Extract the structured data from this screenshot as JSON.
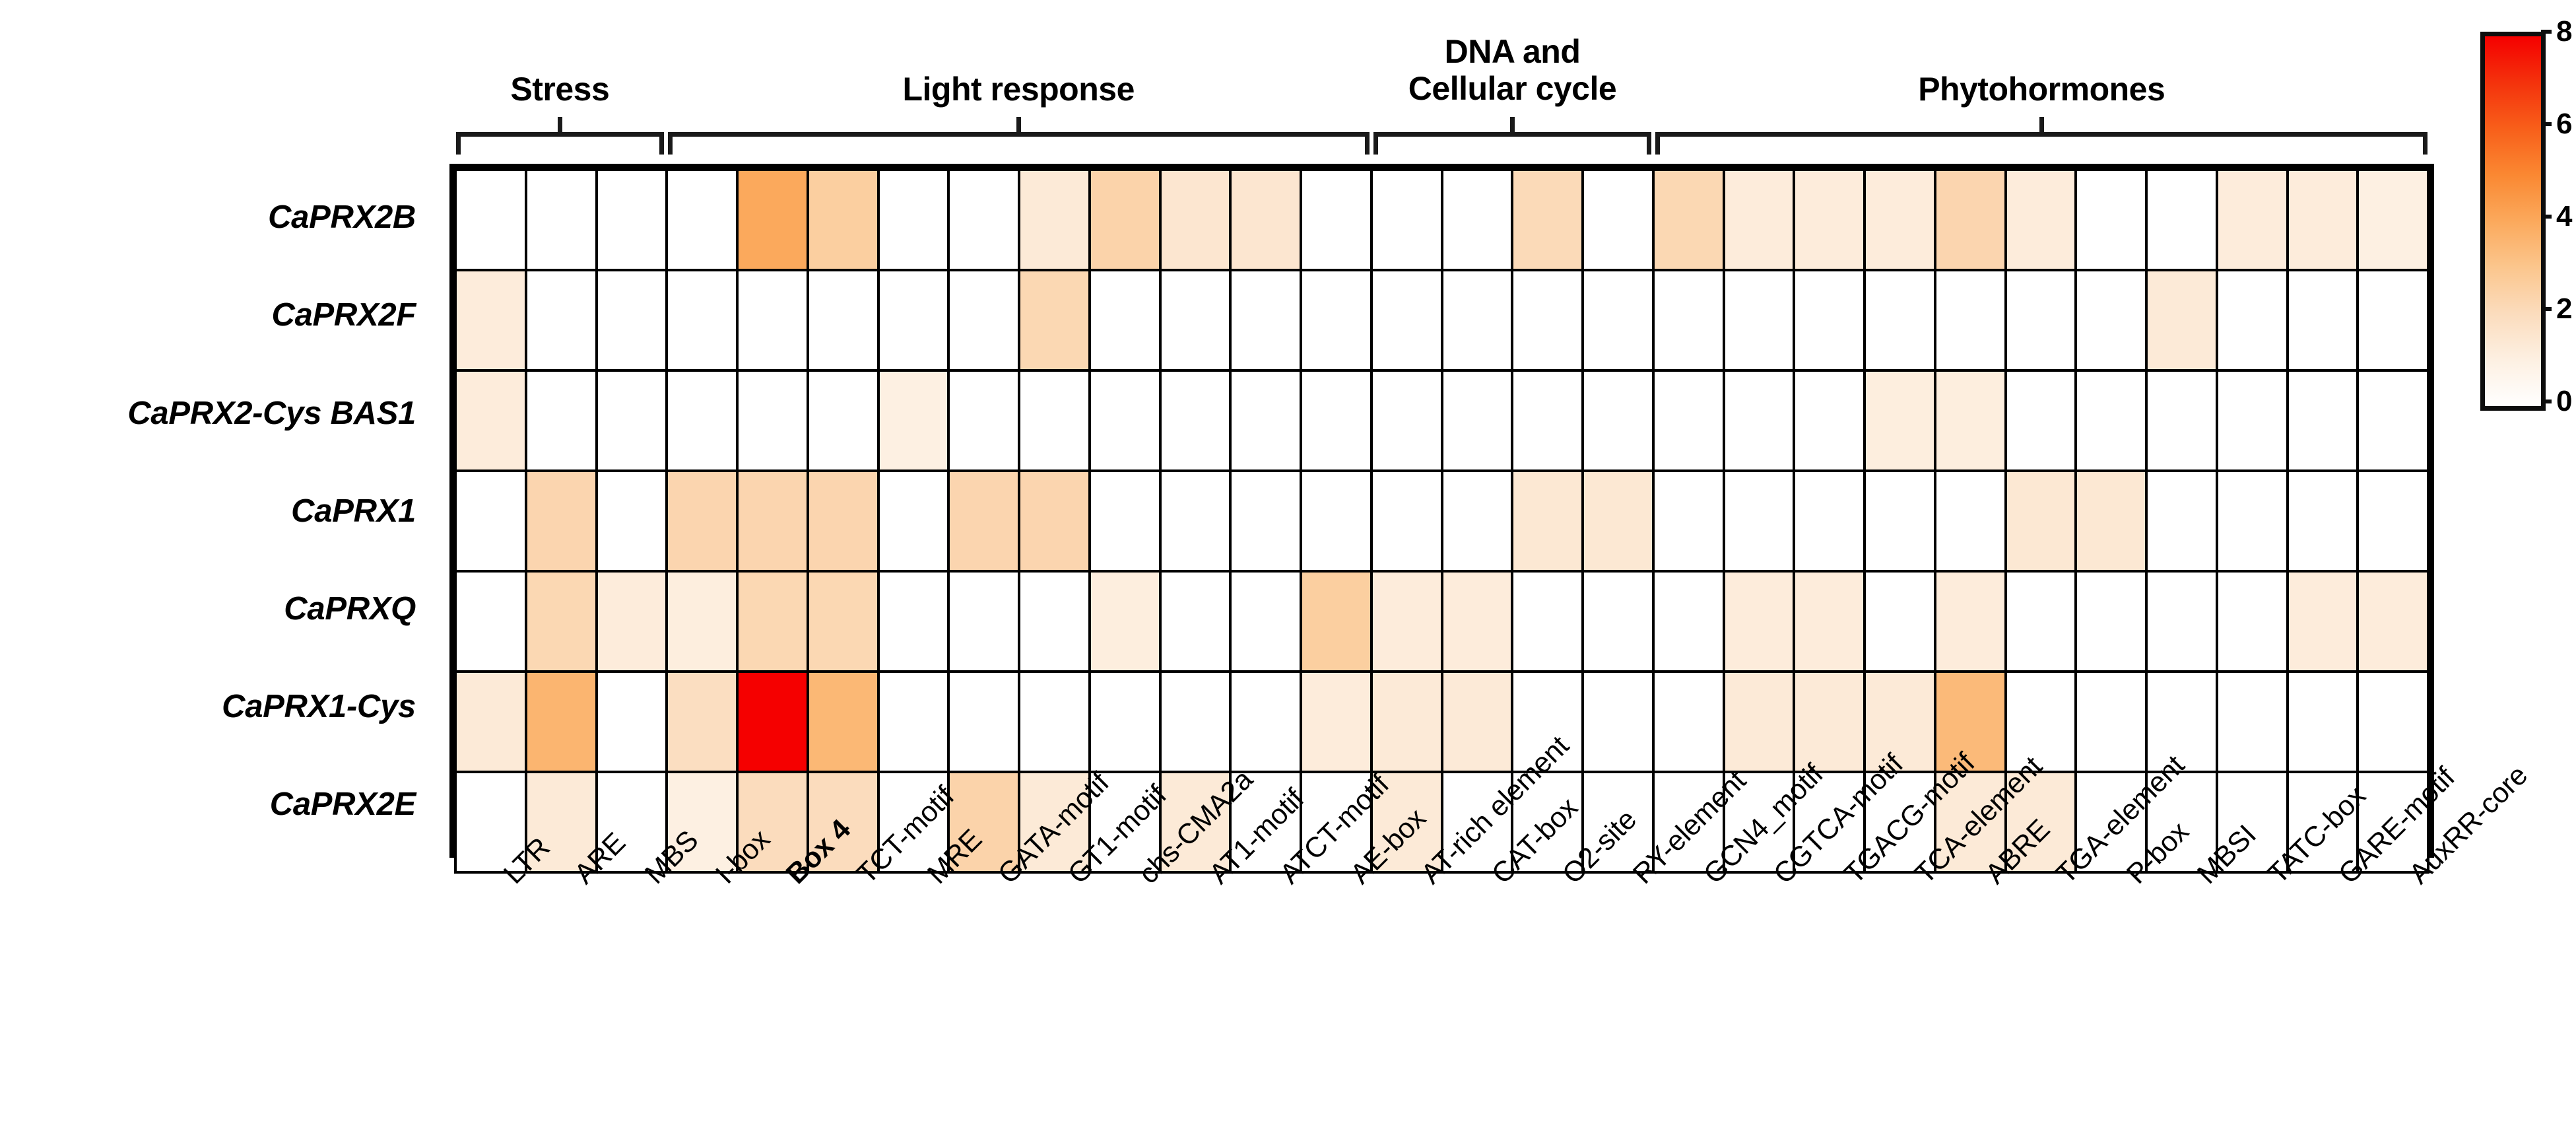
{
  "figure": {
    "title": "",
    "colors": {
      "cmap_low": "#ffffff",
      "cmap_mid": "#fba95c",
      "cmap_high": "#f50000",
      "grid_line": "#000000"
    }
  },
  "groups": [
    {
      "label": "Stress",
      "start_col": 0,
      "end_col": 2
    },
    {
      "label": "Light response",
      "start_col": 3,
      "end_col": 12
    },
    {
      "label": "DNA and\nCellular cycle",
      "start_col": 13,
      "end_col": 16
    },
    {
      "label": "Phytohormones",
      "start_col": 17,
      "end_col": 27
    }
  ],
  "colorbar": {
    "min": 0,
    "max": 8,
    "ticks": [
      0,
      2,
      4,
      6,
      8
    ],
    "tick_labels": [
      "0",
      "2",
      "4",
      "6",
      "8"
    ],
    "orientation": "vertical"
  },
  "chart_data": {
    "type": "heatmap",
    "title": "",
    "xlabel": "",
    "ylabel": "",
    "zlim": [
      0,
      8
    ],
    "grid": true,
    "legend_position": "right",
    "bold_categories": [
      "Box 4"
    ],
    "categories": [
      "LTR",
      "ARE",
      "MBS",
      "I-box",
      "Box 4",
      "TCT-motif",
      "MRE",
      "GATA-motif",
      "GT1-motif",
      "chs-CMA2a",
      "AT1-motif",
      "ATCT-motif",
      "AE-box",
      "AT-rich element",
      "CAT-box",
      "O2-site",
      "RY-element",
      "GCN4_motif",
      "CGTCA-motif",
      "TGACG-motif",
      "TCA-element",
      "ABRE",
      "TGA-element",
      "P-box",
      "MBSI",
      "TATC-box",
      "GARE-motif",
      "AuxRR-core"
    ],
    "rows": [
      "CaPRX2B",
      "CaPRX2F",
      "CaPRX2-Cys BAS1",
      "CaPRX1",
      "CaPRXQ",
      "CaPRX1-Cys",
      "CaPRX2E"
    ],
    "series": [
      {
        "name": "CaPRX2B",
        "values": [
          0,
          0,
          0,
          0,
          4.0,
          2.6,
          0,
          0,
          1.3,
          2.4,
          1.5,
          1.5,
          0,
          0,
          0,
          2.1,
          0,
          2.2,
          1.2,
          1.2,
          1.2,
          2.3,
          1.2,
          0,
          0,
          1.2,
          1.2,
          1.0
        ]
      },
      {
        "name": "CaPRX2F",
        "values": [
          1.2,
          0,
          0,
          0,
          0,
          0,
          0,
          0,
          2.2,
          0,
          0,
          0,
          0,
          0,
          0,
          0,
          0,
          0,
          0,
          0,
          0,
          0,
          0,
          0,
          1.3,
          0,
          0,
          0
        ]
      },
      {
        "name": "CaPRX2-Cys BAS1",
        "values": [
          1.2,
          0,
          0,
          0,
          0,
          0,
          1.0,
          0,
          0,
          0,
          0,
          0,
          0,
          0,
          0,
          0,
          0,
          0,
          0,
          0,
          1.1,
          1.1,
          0,
          0,
          0,
          0,
          0,
          0
        ]
      },
      {
        "name": "CaPRX1",
        "values": [
          0,
          2.3,
          0,
          2.3,
          2.3,
          2.3,
          0,
          2.3,
          2.3,
          0,
          0,
          0,
          0,
          0,
          0,
          1.4,
          1.4,
          0,
          0,
          0,
          0,
          0,
          1.4,
          1.4,
          0,
          0,
          0,
          0
        ]
      },
      {
        "name": "CaPRXQ",
        "values": [
          0,
          2.2,
          1.2,
          1.1,
          2.2,
          2.2,
          0,
          0,
          0,
          1.1,
          0,
          0,
          2.6,
          1.2,
          1.2,
          0,
          0,
          0,
          1.2,
          1.2,
          0,
          1.2,
          0,
          0,
          0,
          0,
          1.2,
          1.2
        ]
      },
      {
        "name": "CaPRX1-Cys",
        "values": [
          1.3,
          3.6,
          0,
          1.9,
          8.0,
          3.5,
          0,
          0,
          0,
          0,
          0,
          0,
          1.2,
          1.3,
          1.3,
          0,
          0,
          0,
          1.3,
          1.3,
          1.3,
          3.4,
          0,
          0,
          0,
          0,
          0,
          0
        ]
      },
      {
        "name": "CaPRX2E",
        "values": [
          0,
          1.3,
          0,
          1.0,
          2.0,
          2.0,
          0,
          2.4,
          1.3,
          0,
          1.3,
          0,
          0,
          1.3,
          0,
          0,
          0,
          0,
          0,
          0,
          0,
          1.3,
          1.3,
          0,
          0,
          0,
          0,
          0
        ]
      }
    ]
  }
}
